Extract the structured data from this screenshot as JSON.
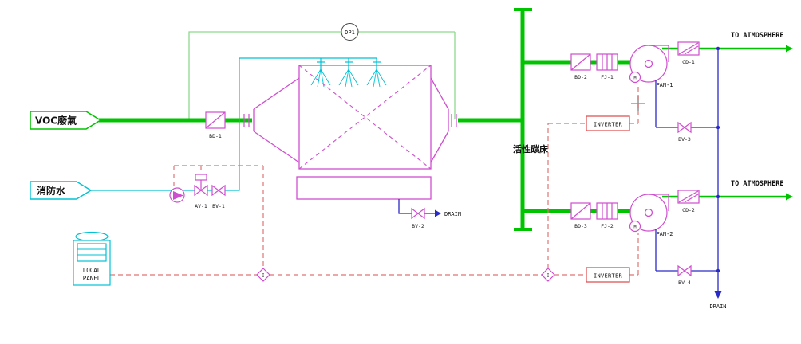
{
  "colors": {
    "gas_line": "#00c400",
    "dp_loop": "#8ed98e",
    "water": "#00c2d4",
    "equipment": "#cf4ecf",
    "signal": "#e07474",
    "drain": "#2a2ac8",
    "inverter_box": "#e05555",
    "instrument": "#444444",
    "cross": "#9a9a9a",
    "text": "#111111"
  },
  "labels": {
    "voc_inlet": "VOC廢氣",
    "fire_water": "消防水",
    "carbon_bed": "活性碳床",
    "dp1": "DP1",
    "bd1": "BD-1",
    "bd2": "BD-2",
    "bd3": "BD-3",
    "av1": "AV-1",
    "bv1": "BV-1",
    "bv2": "BV-2",
    "bv3": "BV-3",
    "bv4": "BV-4",
    "fj1": "FJ-1",
    "fj2": "FJ-2",
    "fan1": "FAN-1",
    "fan2": "FAN-2",
    "cd1": "CD-1",
    "cd2": "CD-2",
    "inverter1": "INVERTER",
    "inverter2": "INVERTER",
    "to_atmosphere_top": "TO ATMOSPHERE",
    "to_atmosphere_bottom": "TO ATMOSPHERE",
    "drain_vessel": "DRAIN",
    "drain_bottom": "DRAIN",
    "local_panel_line1": "LOCAL",
    "local_panel_line2": "PANEL",
    "interlock1": "I",
    "interlock2": "I",
    "motor1": "M",
    "motor2": "M"
  }
}
